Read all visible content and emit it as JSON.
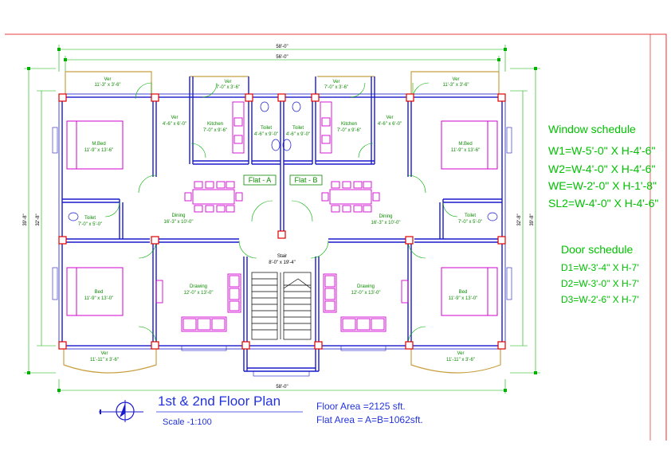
{
  "plan": {
    "overall_width": "58'-0\"",
    "inner_width": "56'-0\"",
    "depth_left": "39'-8\"",
    "depth_left_inner": "32'-8\"",
    "depth_right": "39'-8\"",
    "depth_right_inner": "32'-8\"",
    "bottom_width": "58'-0\"",
    "flat_a": "Flat - A",
    "flat_b": "Flat - B",
    "rooms": {
      "ver_tl": "Ver",
      "ver_tl_dim": "11'-3\" x 3'-6\"",
      "ver_tr": "Ver",
      "ver_tr_dim": "11'-3\" x 3'-6\"",
      "ver_kl": "Ver",
      "ver_kl_dim": "7'-0\" x 3'-6\"",
      "ver_kr": "Ver",
      "ver_kr_dim": "7'-0\" x 3'-6\"",
      "ver_ml": "Ver",
      "ver_ml_dim": "4'-6\" x 6'-0\"",
      "ver_mr": "Ver",
      "ver_mr_dim": "4'-6\" x 6'-0\"",
      "mbed_l": "M.Bed",
      "mbed_l_dim": "11'-9\" x 13'-6\"",
      "mbed_r": "M.Bed",
      "mbed_r_dim": "11'-9\" x 13'-6\"",
      "kitchen_l": "Kitchen",
      "kitchen_l_dim": "7'-0\" x 9'-6\"",
      "kitchen_r": "Kitchen",
      "kitchen_r_dim": "7'-0\" x 9'-6\"",
      "toilet_cl": "Toilet",
      "toilet_cl_dim": "4'-6\" x 9'-0\"",
      "toilet_cr": "Toilet",
      "toilet_cr_dim": "4'-6\" x 9'-0\"",
      "toilet_l": "Toilet",
      "toilet_l_dim": "7'-0\" x 5'-0\"",
      "toilet_r": "Toilet",
      "toilet_r_dim": "7'-0\" x 5'-0\"",
      "dining_l": "Dining",
      "dining_l_dim": "16'-3\" x 10'-0\"",
      "dining_r": "Dining",
      "dining_r_dim": "16'-3\" x 10'-0\"",
      "stair": "Stair",
      "stair_dim": "8'-0\" x 19'-4\"",
      "drawing_l": "Drawing",
      "drawing_l_dim": "12'-0\" x 13'-0\"",
      "drawing_r": "Drawing",
      "drawing_r_dim": "12'-0\" x 13'-0\"",
      "bed_l": "Bed",
      "bed_l_dim": "11'-9\" x 13'-0\"",
      "bed_r": "Bed",
      "bed_r_dim": "11'-9\" x 13'-0\"",
      "ver_bl": "Ver",
      "ver_bl_dim": "11'-11\" x 3'-6\"",
      "ver_br": "Ver",
      "ver_br_dim": "11'-11\" x 3'-6\""
    }
  },
  "window_schedule": {
    "title": "Window  schedule",
    "items": [
      "W1=W-5'-0\" X H-4'-6\"",
      "W2=W-4'-0\" X H-4'-6\"",
      "WE=W-2'-0\" X  H-1'-8\"",
      "SL2=W-4'-0\" X H-4'-6\""
    ]
  },
  "door_schedule": {
    "title": "Door schedule",
    "items": [
      "D1=W-3'-4\" X H-7'",
      "D2=W-3'-0\" X H-7'",
      "D3=W-2'-6\" X H-7'"
    ]
  },
  "title_block": {
    "title": "1st & 2nd Floor Plan",
    "scale": "Scale -1:100",
    "floor_area": "Floor Area =2125 sft.",
    "flat_area": "Flat Area = A=B=1062sft."
  },
  "colors": {
    "wall": "#1a1acc",
    "dimension": "#00b000",
    "furniture": "#d000d0",
    "column": "#e00000",
    "sheet_border": "#e00000",
    "balcony": "#c8a040"
  }
}
